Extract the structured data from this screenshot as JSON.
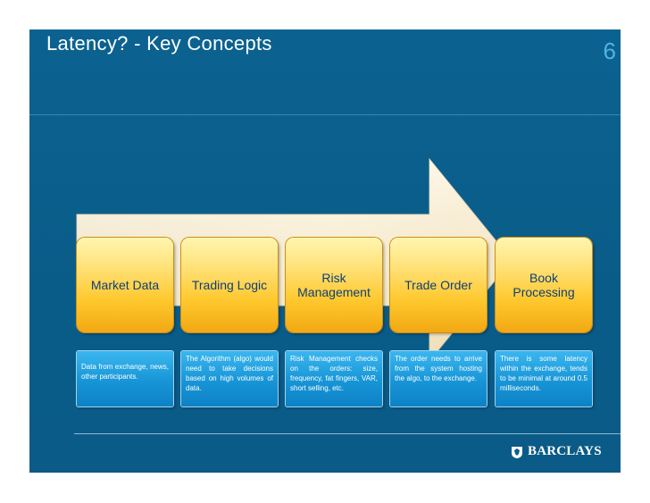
{
  "slide": {
    "page_number": "6",
    "title": "Latency? - Key Concepts"
  },
  "concepts": [
    {
      "label": "Market Data"
    },
    {
      "label": "Trading Logic"
    },
    {
      "label": "Risk Management"
    },
    {
      "label": "Trade Order"
    },
    {
      "label": "Book Processing"
    }
  ],
  "descriptions": [
    {
      "text": "Data from exchange, news, other participants."
    },
    {
      "text": "The Algorithm (algo) would need to take decisions based on high volumes of data."
    },
    {
      "text": "Risk Management checks on the orders: size, frequency, fat fingers, VAR, short selling, etc."
    },
    {
      "text": "The order needs to arrive from the system hosting the algo, to the exchange."
    },
    {
      "text": "There is some latency within the exchange, tends to be minimal at around 0.5 milliseconds."
    }
  ],
  "branding": {
    "logo_text": "BARCLAYS",
    "logo_icon": "eagle-icon"
  },
  "colors": {
    "background": "#0a5f8c",
    "concept_box": "#ffc930",
    "description_box": "#1795d6",
    "page_number": "#4fb3e6"
  }
}
